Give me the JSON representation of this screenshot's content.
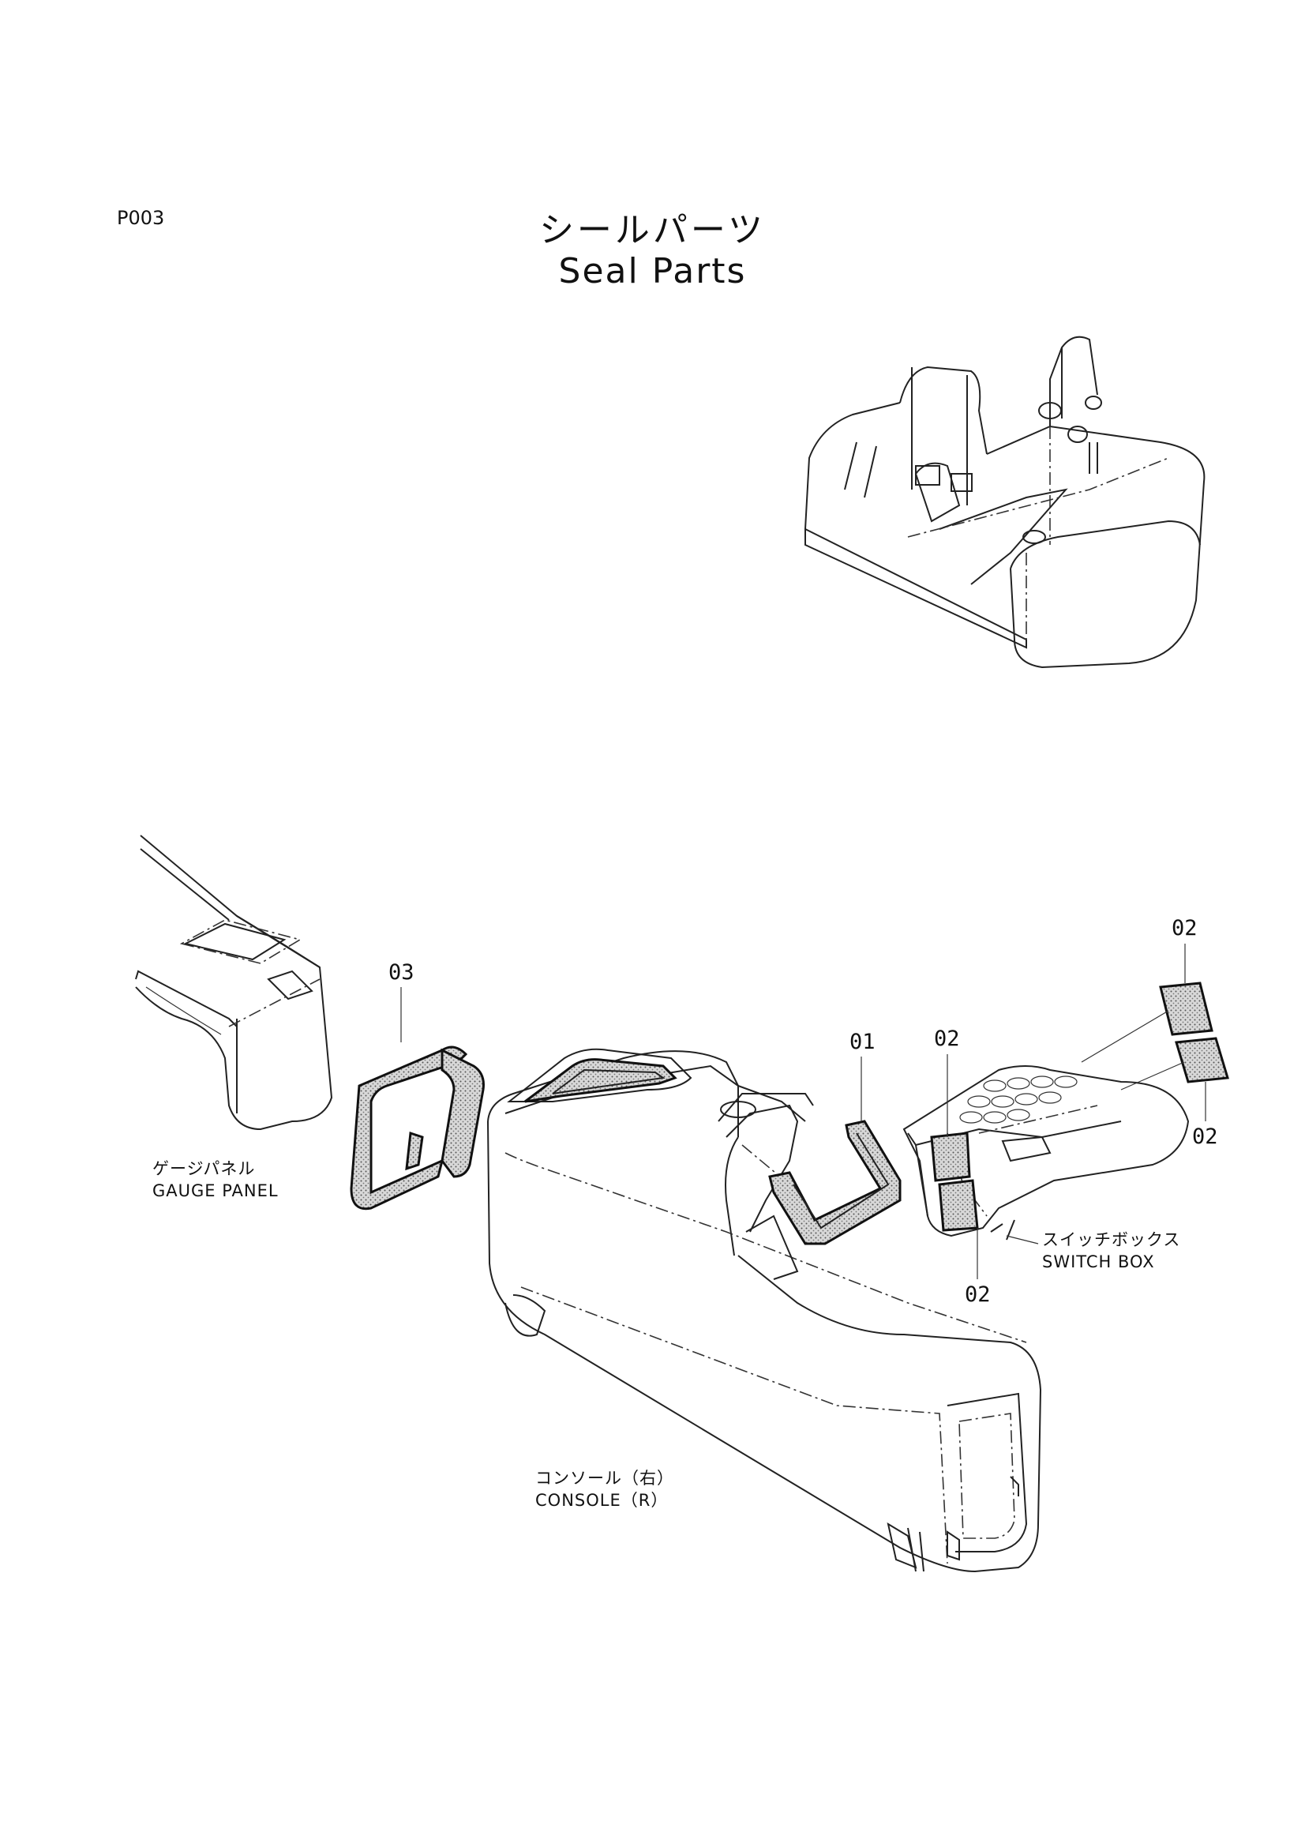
{
  "page_code": "P003",
  "title_jp": "シールパーツ",
  "title_en": "Seal Parts",
  "labels": {
    "gauge_panel_jp": "ゲージパネル",
    "gauge_panel_en": "GAUGE PANEL",
    "switch_box_jp": "スイッチボックス",
    "switch_box_en": "SWITCH BOX",
    "console_jp": "コンソール（右）",
    "console_en": "CONSOLE（R）"
  },
  "callouts": {
    "c01": "01",
    "c02_top": "02",
    "c02_mid": "02",
    "c02_right": "02",
    "c02_bottom": "02",
    "c03": "03"
  }
}
